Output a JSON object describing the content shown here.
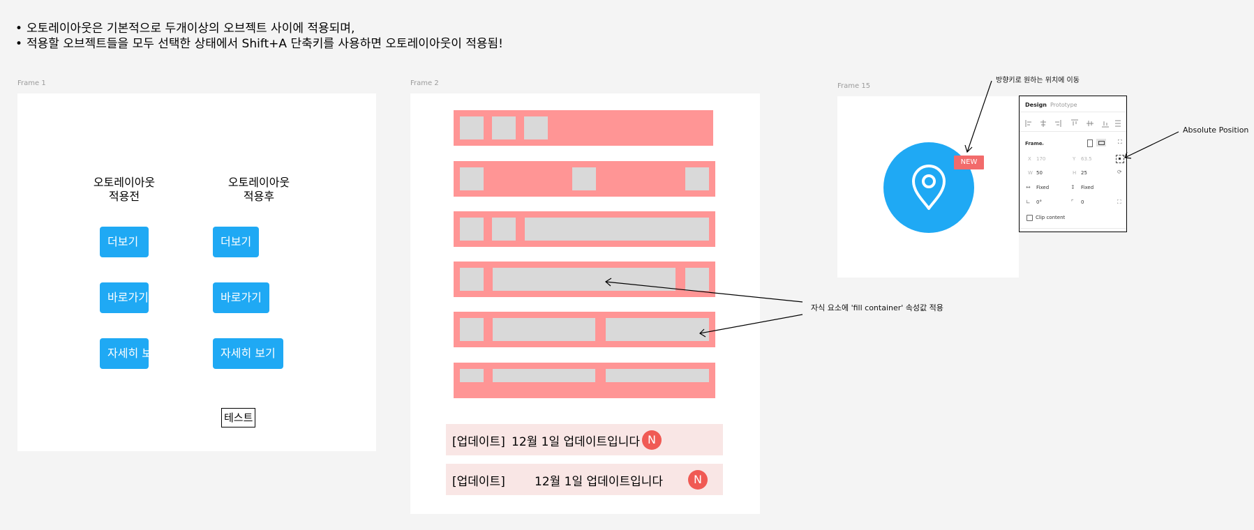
{
  "notes": {
    "bullets": [
      "오토레이아웃은 기본적으로 두개이상의 오브젝트 사이에 적용되며,",
      "적용할 오브젝트들을 모두 선택한 상태에서 Shift+A 단축키를 사용하면 오토레이아웃이 적용됨!"
    ]
  },
  "frame1": {
    "label": "Frame 1",
    "before_title": "오토레이아웃\n적용전",
    "after_title": "오토레이아웃\n적용후",
    "buttons_before": [
      "더보기",
      "바로가기",
      "자세히 보기"
    ],
    "buttons_after": [
      "더보기",
      "바로가기",
      "자세히 보기"
    ],
    "test_label": "테스트"
  },
  "frame2": {
    "label": "Frame 2",
    "notices": [
      {
        "tag": "[업데이트]",
        "text": "12월 1일 업데이트입니다",
        "badge": "N"
      },
      {
        "tag": "[업데이트]",
        "text": "12월 1일 업데이트입니다",
        "badge": "N"
      }
    ]
  },
  "annotations": {
    "fill_container": "자식 요소에 'fill container' 속성값 적용",
    "arrow_keys": "방향키로 원하는 위치에 이동",
    "absolute_position": "Absolute Position"
  },
  "frame15": {
    "label": "Frame 15",
    "badge": "NEW",
    "icon": "map-pin-icon",
    "accent": "#1fa9f4",
    "badge_color": "#f26b6b"
  },
  "design_panel": {
    "tabs": [
      "Design",
      "Prototype"
    ],
    "frame_label": "Frame",
    "x_label": "X",
    "x_value": "170",
    "y_label": "Y",
    "y_value": "63.5",
    "w_label": "W",
    "w_value": "50",
    "h_label": "H",
    "h_value": "25",
    "width_mode": "Fixed",
    "height_mode": "Fixed",
    "rotation": "0°",
    "radius": "0",
    "clip_content": "Clip content"
  },
  "colors": {
    "row_fill": "#ff9595",
    "cell_fill": "#d9d9d9",
    "notice_bg": "#f9e6e5",
    "badge_n": "#f05a54"
  }
}
